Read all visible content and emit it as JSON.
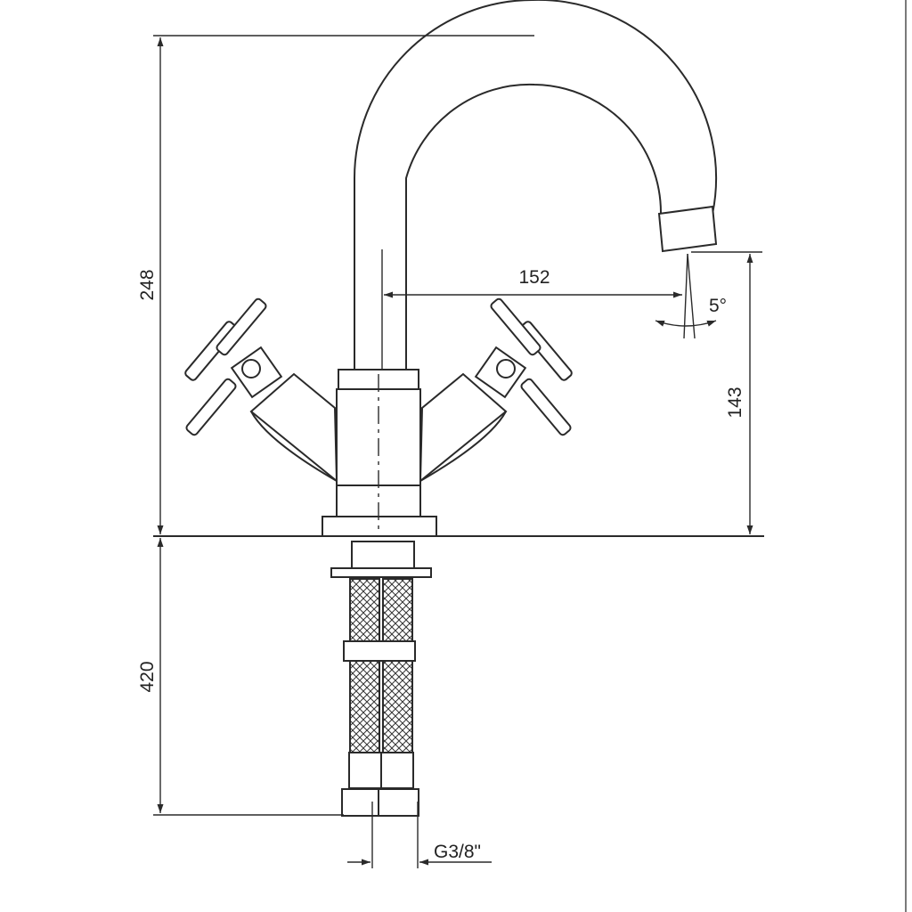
{
  "dimensions": {
    "total_height": "248",
    "spout_reach": "152",
    "spout_height": "143",
    "hose_length": "420",
    "thread": "G3/8\"",
    "spout_angle": "5°"
  },
  "colors": {
    "line": "#2a2a2a",
    "background": "#ffffff"
  }
}
